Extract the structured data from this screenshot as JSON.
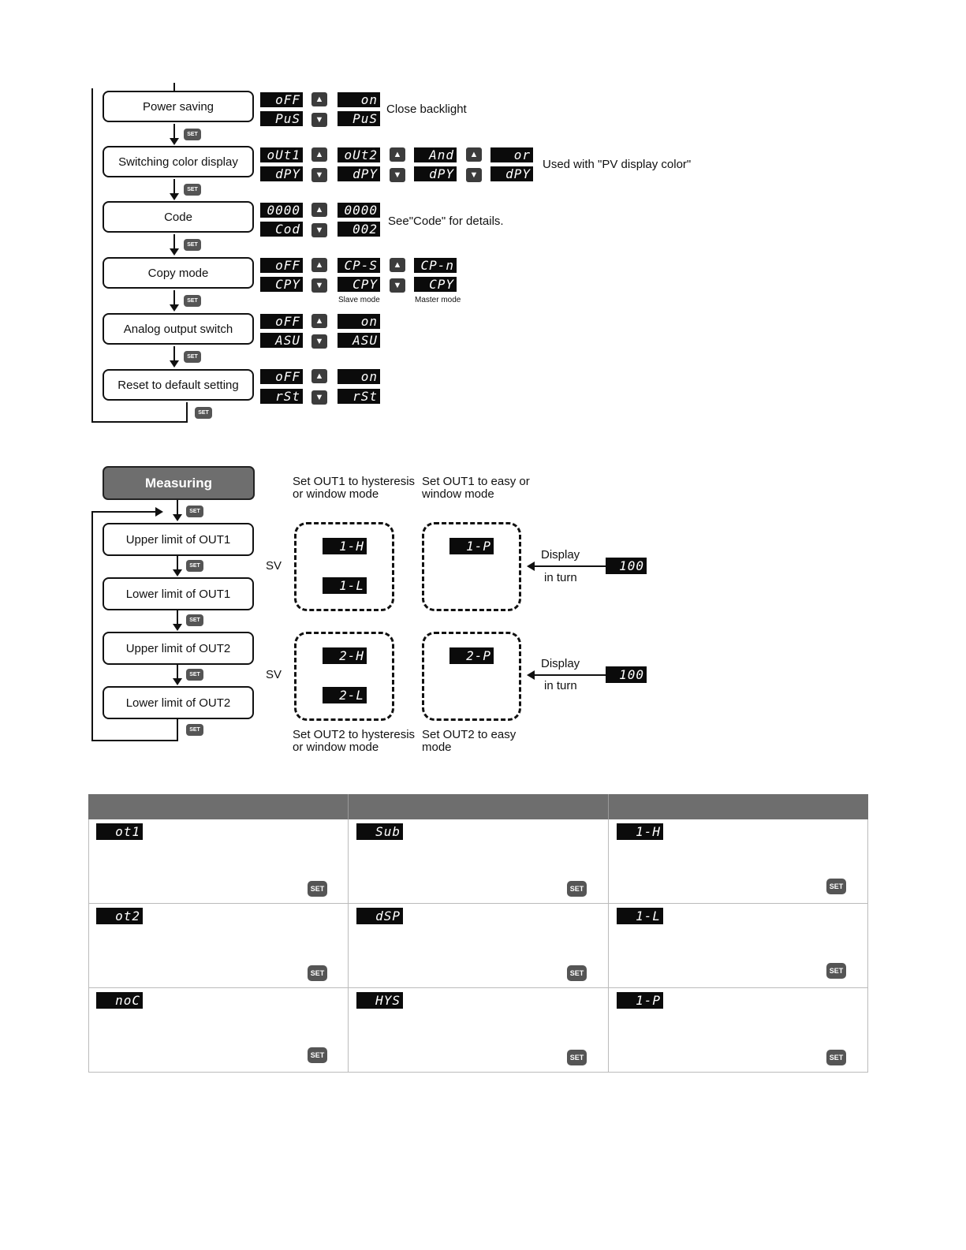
{
  "flow1": {
    "steps": [
      {
        "label": "Power saving",
        "top_lcd": [
          "oFF",
          "on"
        ],
        "bottom_lcd": [
          "PuS",
          "PuS"
        ],
        "note": "Close backlight"
      },
      {
        "label": "Switching color display",
        "top_lcd": [
          "oUt1",
          "oUt2",
          "And",
          "or"
        ],
        "bottom_lcd": [
          "dPY",
          "dPY",
          "dPY",
          "dPY"
        ],
        "note": "Used with \"PV display color\""
      },
      {
        "label": "Code",
        "top_lcd": [
          "0000",
          "0000"
        ],
        "bottom_lcd": [
          "Cod",
          "002"
        ],
        "note": "See\"Code\" for details."
      },
      {
        "label": "Copy mode",
        "top_lcd": [
          "oFF",
          "CP-S",
          "CP-n"
        ],
        "bottom_lcd": [
          "CPY",
          "CPY",
          "CPY"
        ],
        "captions": [
          "Slave mode",
          "Master mode"
        ]
      },
      {
        "label": "Analog output switch",
        "top_lcd": [
          "oFF",
          "on"
        ],
        "bottom_lcd": [
          "ASU",
          "ASU"
        ]
      },
      {
        "label": "Reset to default setting",
        "top_lcd": [
          "oFF",
          "on"
        ],
        "bottom_lcd": [
          "rSt",
          "rSt"
        ]
      }
    ],
    "set_label": "SET"
  },
  "flow2": {
    "measuring": "Measuring",
    "steps": [
      "Upper limit of OUT1",
      "Lower limit of OUT1",
      "Upper limit of OUT2",
      "Lower limit of OUT2"
    ],
    "sv": "SV",
    "out1_hys_caption": "Set OUT1 to hysteresis or window mode",
    "out1_easy_caption": "Set OUT1 to easy or window mode",
    "out2_hys_caption": "Set OUT2 to hysteresis or window mode",
    "out2_easy_caption": "Set OUT2 to easy mode",
    "box_lcd": {
      "a1": "1-H",
      "a2": "1-L",
      "b1": "1-P",
      "c1": "2-H",
      "c2": "2-L",
      "d1": "2-P"
    },
    "display_in_turn_1": "Display",
    "display_in_turn_2": "in turn",
    "value": "100"
  },
  "table": {
    "rows": [
      [
        "ot1",
        "Sub",
        "1-H"
      ],
      [
        "ot2",
        "dSP",
        "1-L"
      ],
      [
        "noC",
        "HYS",
        "1-P"
      ]
    ]
  }
}
